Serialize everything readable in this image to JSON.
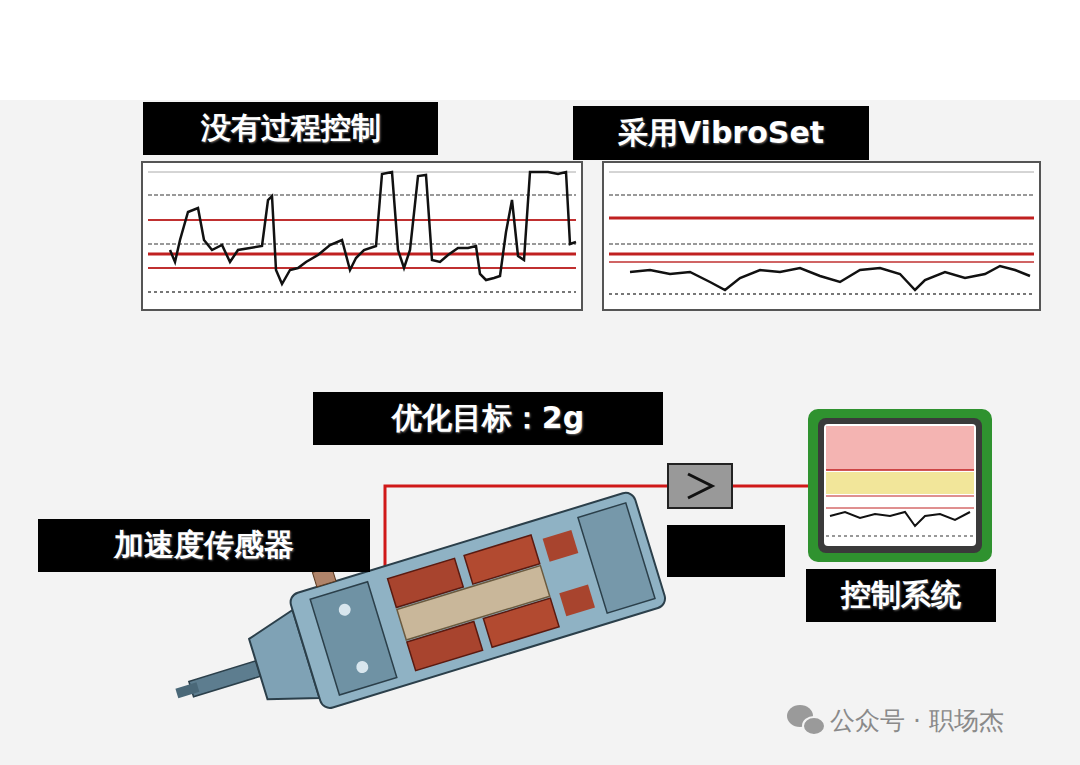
{
  "diagram": {
    "nodes": [
      {
        "text": [
          "没有过程控制"
        ]
      },
      {
        "text": [
          "采用VibroSet"
        ]
      },
      {
        "text": [
          "优化目标：2g"
        ]
      },
      {
        "text": [
          "加速度传感器"
        ]
      },
      {
        "text": [
          "控制系统"
        ]
      }
    ],
    "labels": [
      "公众号 · 职场杰"
    ]
  }
}
